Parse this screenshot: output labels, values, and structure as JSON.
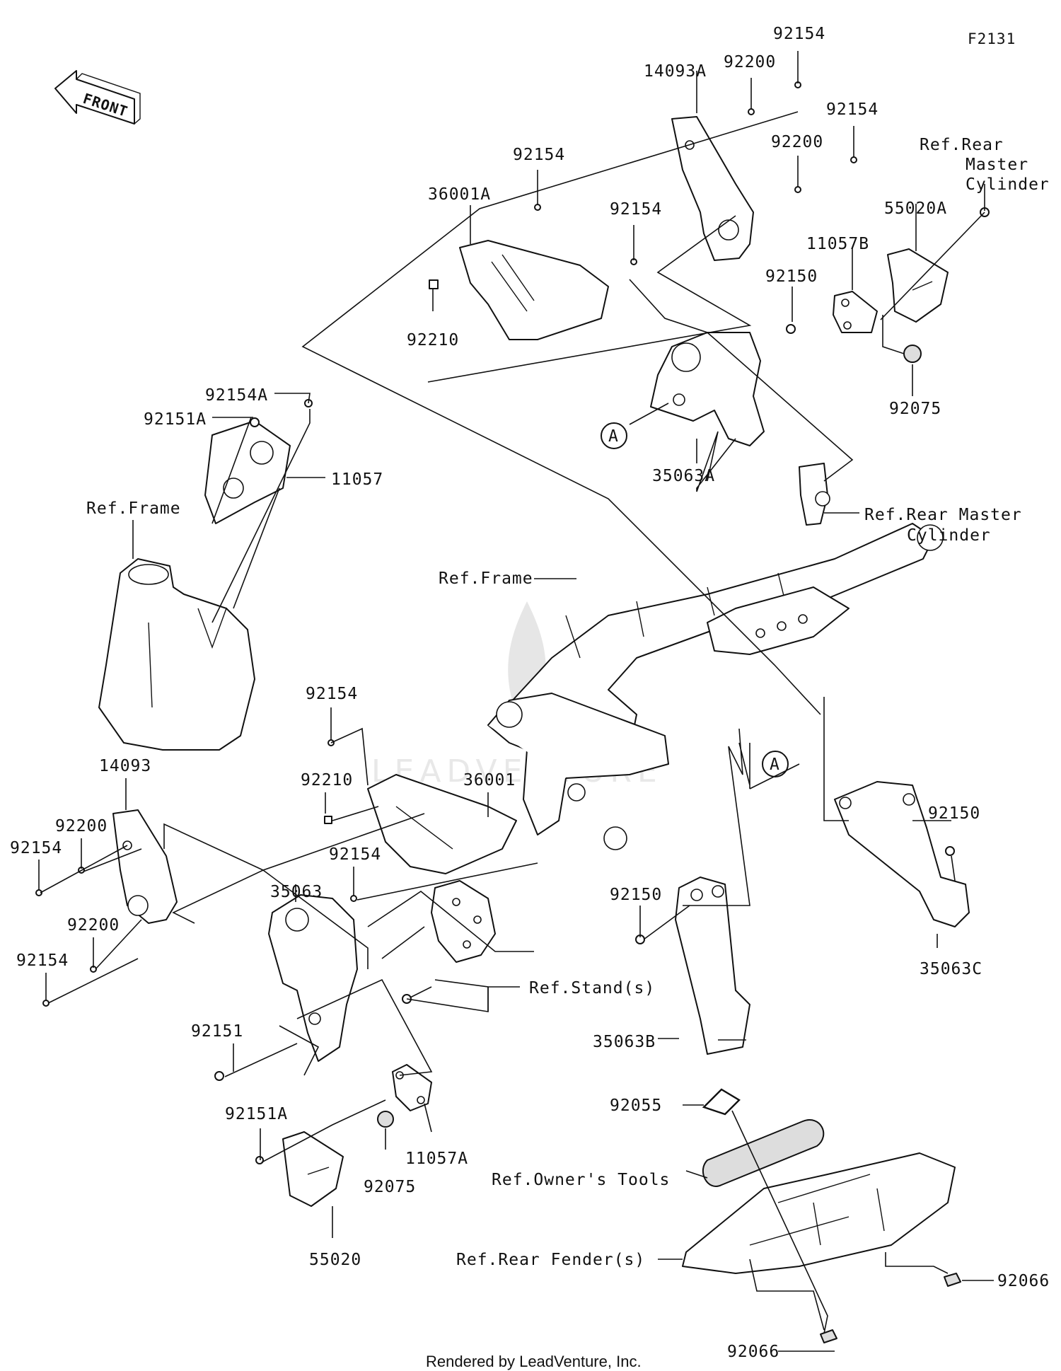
{
  "figure_code": "F2131",
  "front_label": "FRONT",
  "footer": "Rendered by LeadVenture, Inc.",
  "callout_letter": "A",
  "labels": {
    "l_92154_a": "92154",
    "l_92200_a": "92200",
    "l_14093A": "14093A",
    "l_92154_b": "92154",
    "l_92200_b": "92200",
    "l_ref_rear_mc_top": "Ref.Rear",
    "l_ref_rear_mc_top2": "Master",
    "l_ref_rear_mc_top3": "Cylinder",
    "l_92154_c": "92154",
    "l_36001A": "36001A",
    "l_92154_d": "92154",
    "l_55020A": "55020A",
    "l_11057B": "11057B",
    "l_92150_a": "92150",
    "l_92210_a": "92210",
    "l_92075_a": "92075",
    "l_35063A": "35063A",
    "l_92154A": "92154A",
    "l_92151A_a": "92151A",
    "l_11057": "11057",
    "l_ref_frame_a": "Ref.Frame",
    "l_ref_rear_mc_mid": "Ref.Rear Master",
    "l_ref_rear_mc_mid2": "Cylinder",
    "l_ref_frame_b": "Ref.Frame",
    "l_92154_e": "92154",
    "l_14093": "14093",
    "l_36001": "36001",
    "l_92210_b": "92210",
    "l_92200_c": "92200",
    "l_92154_f": "92154",
    "l_92154_g": "92154",
    "l_35063": "35063",
    "l_92150_b": "92150",
    "l_92150_c": "92150",
    "l_92200_d": "92200",
    "l_92154_h": "92154",
    "l_ref_stands": "Ref.Stand(s)",
    "l_35063C": "35063C",
    "l_92151": "92151",
    "l_35063B": "35063B",
    "l_92055": "92055",
    "l_92151A_b": "92151A",
    "l_11057A": "11057A",
    "l_92075_b": "92075",
    "l_ref_owners_tools": "Ref.Owner's Tools",
    "l_55020": "55020",
    "l_ref_rear_fenders": "Ref.Rear Fender(s)",
    "l_92066_a": "92066",
    "l_92066_b": "92066"
  },
  "watermark_text": "LEADVENTURE"
}
